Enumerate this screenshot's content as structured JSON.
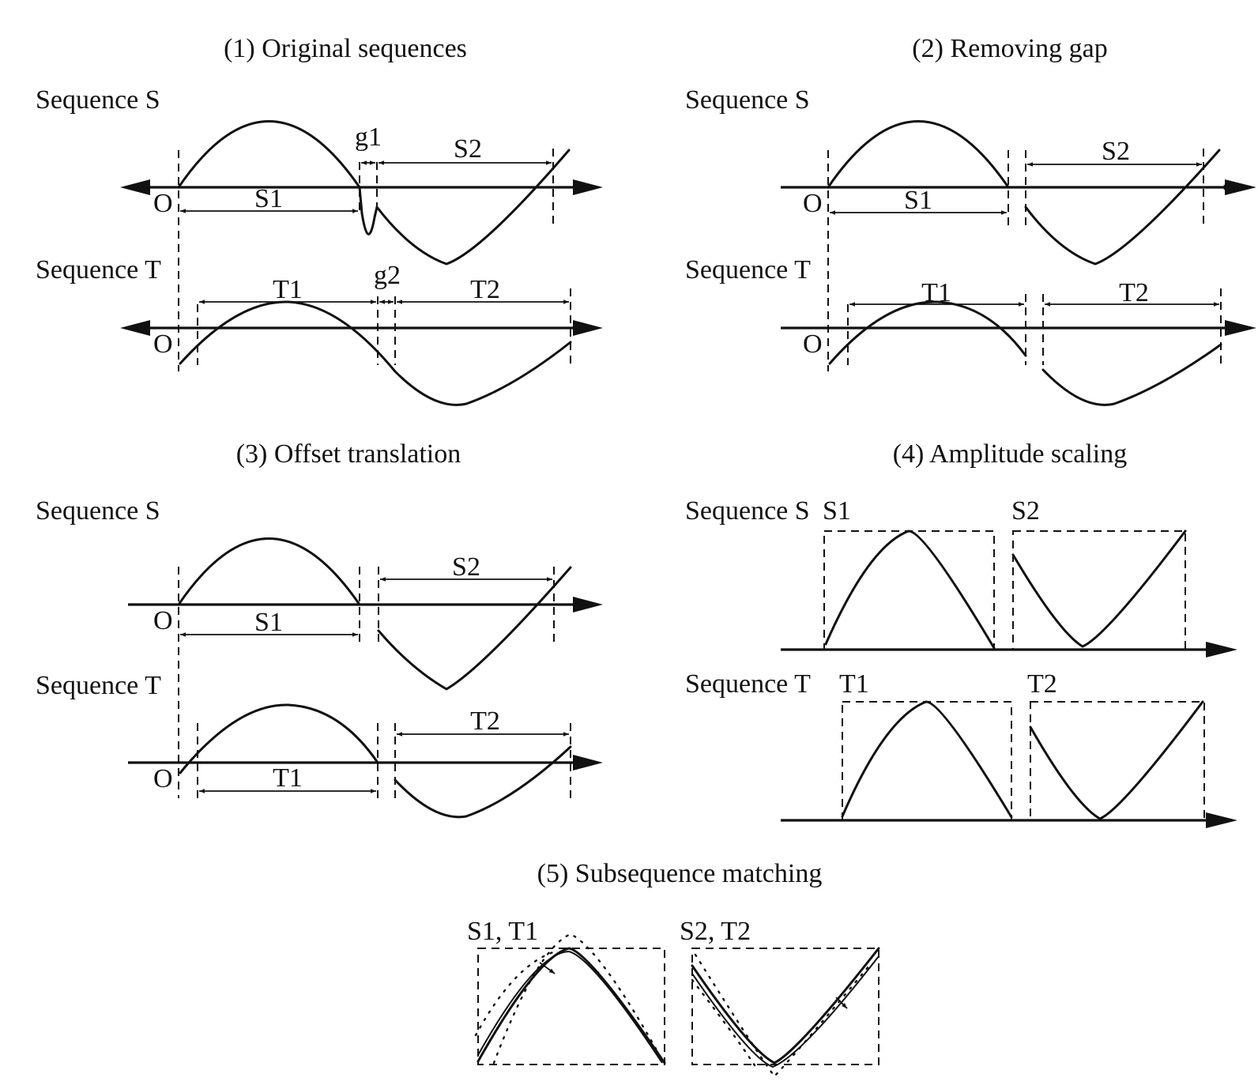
{
  "panels": {
    "p1": {
      "title": "(1) Original sequences",
      "seq_s": "Sequence S",
      "seq_t": "Sequence T",
      "origin_s": "O",
      "origin_t": "O",
      "s1": "S1",
      "s2": "S2",
      "g1": "g1",
      "t1": "T1",
      "t2": "T2",
      "g2": "g2"
    },
    "p2": {
      "title": "(2) Removing gap",
      "seq_s": "Sequence S",
      "seq_t": "Sequence T",
      "origin_s": "O",
      "origin_t": "O",
      "s1": "S1",
      "s2": "S2",
      "t1": "T1",
      "t2": "T2"
    },
    "p3": {
      "title": "(3) Offset translation",
      "seq_s": "Sequence S",
      "seq_t": "Sequence T",
      "origin_s": "O",
      "origin_t": "O",
      "s1": "S1",
      "s2": "S2",
      "t1": "T1",
      "t2": "T2"
    },
    "p4": {
      "title": "(4) Amplitude scaling",
      "seq_s": "Sequence S",
      "seq_t": "Sequence T",
      "s1": "S1",
      "s2": "S2",
      "t1": "T1",
      "t2": "T2"
    },
    "p5": {
      "title": "(5) Subsequence matching",
      "pair1": "S1, T1",
      "pair2": "S2, T2"
    }
  }
}
